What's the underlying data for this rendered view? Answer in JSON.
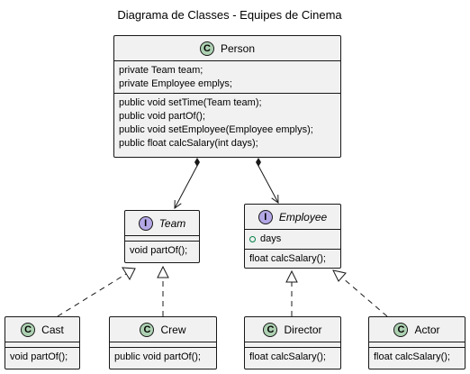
{
  "title": "Diagrama de Classes - Equipes de Cinema",
  "classes": {
    "person": {
      "badge": "C",
      "name": "Person",
      "fields": [
        "private Team team;",
        "private Employee emplys;"
      ],
      "methods": [
        "public void setTime(Team team);",
        "public void partOf();",
        "public void setEmployee(Employee emplys);",
        "public float calcSalary(int days);"
      ]
    },
    "team": {
      "badge": "I",
      "name": "Team",
      "methods": [
        "void partOf();"
      ]
    },
    "employee": {
      "badge": "I",
      "name": "Employee",
      "fields": [
        "days"
      ],
      "methods": [
        "float calcSalary();"
      ]
    },
    "cast": {
      "badge": "C",
      "name": "Cast",
      "methods": [
        "void partOf();"
      ]
    },
    "crew": {
      "badge": "C",
      "name": "Crew",
      "methods": [
        "public void partOf();"
      ]
    },
    "director": {
      "badge": "C",
      "name": "Director",
      "methods": [
        "float calcSalary();"
      ]
    },
    "actor": {
      "badge": "C",
      "name": "Actor",
      "methods": [
        "float calcSalary();"
      ]
    }
  },
  "colors": {
    "class_badge": "#add1b2",
    "interface_badge": "#b4a7e5",
    "box_fill": "#f1f1f1",
    "stroke": "#181818"
  },
  "relations": [
    {
      "from": "person",
      "to": "team",
      "kind": "composition"
    },
    {
      "from": "person",
      "to": "employee",
      "kind": "composition"
    },
    {
      "from": "cast",
      "to": "team",
      "kind": "realization"
    },
    {
      "from": "crew",
      "to": "team",
      "kind": "realization"
    },
    {
      "from": "director",
      "to": "employee",
      "kind": "realization"
    },
    {
      "from": "actor",
      "to": "employee",
      "kind": "realization"
    }
  ]
}
